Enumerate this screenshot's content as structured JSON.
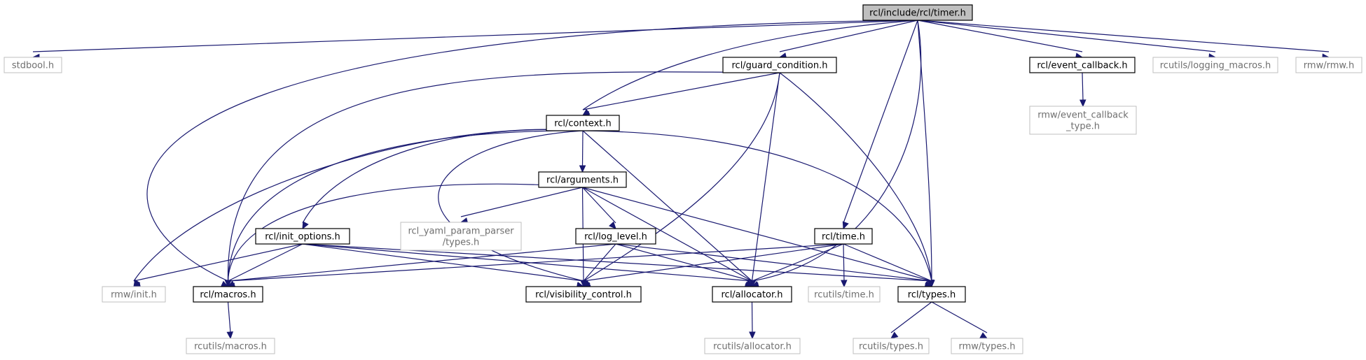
{
  "graph": {
    "edge_color": "#191970",
    "root_fill": "#bfbfbf",
    "external_border": "#bfbfbf",
    "nodes": {
      "timer": {
        "lines": [
          "rcl/include/rcl/timer.h"
        ],
        "style": "root"
      },
      "stdbool": {
        "lines": [
          "stdbool.h"
        ],
        "style": "external"
      },
      "guard_condition": {
        "lines": [
          "rcl/guard_condition.h"
        ],
        "style": "internal"
      },
      "event_callback": {
        "lines": [
          "rcl/event_callback.h"
        ],
        "style": "internal"
      },
      "logging_macros": {
        "lines": [
          "rcutils/logging_macros.h"
        ],
        "style": "external"
      },
      "rmw": {
        "lines": [
          "rmw/rmw.h"
        ],
        "style": "external"
      },
      "event_callback_type": {
        "lines": [
          "rmw/event_callback",
          "_type.h"
        ],
        "style": "external"
      },
      "context": {
        "lines": [
          "rcl/context.h"
        ],
        "style": "internal"
      },
      "arguments": {
        "lines": [
          "rcl/arguments.h"
        ],
        "style": "internal"
      },
      "init_options": {
        "lines": [
          "rcl/init_options.h"
        ],
        "style": "internal"
      },
      "yaml_types": {
        "lines": [
          "rcl_yaml_param_parser",
          "/types.h"
        ],
        "style": "external"
      },
      "log_level": {
        "lines": [
          "rcl/log_level.h"
        ],
        "style": "internal"
      },
      "time": {
        "lines": [
          "rcl/time.h"
        ],
        "style": "internal"
      },
      "rmw_init": {
        "lines": [
          "rmw/init.h"
        ],
        "style": "external"
      },
      "macros": {
        "lines": [
          "rcl/macros.h"
        ],
        "style": "internal"
      },
      "visibility": {
        "lines": [
          "rcl/visibility_control.h"
        ],
        "style": "internal"
      },
      "allocator": {
        "lines": [
          "rcl/allocator.h"
        ],
        "style": "internal"
      },
      "rcutils_time": {
        "lines": [
          "rcutils/time.h"
        ],
        "style": "external"
      },
      "types": {
        "lines": [
          "rcl/types.h"
        ],
        "style": "internal"
      },
      "rcutils_macros": {
        "lines": [
          "rcutils/macros.h"
        ],
        "style": "external"
      },
      "rcutils_allocator": {
        "lines": [
          "rcutils/allocator.h"
        ],
        "style": "external"
      },
      "rcutils_types": {
        "lines": [
          "rcutils/types.h"
        ],
        "style": "external"
      },
      "rmw_types": {
        "lines": [
          "rmw/types.h"
        ],
        "style": "external"
      }
    },
    "edges": [
      [
        "timer",
        "stdbool"
      ],
      [
        "timer",
        "macros"
      ],
      [
        "timer",
        "context"
      ],
      [
        "timer",
        "guard_condition"
      ],
      [
        "timer",
        "time"
      ],
      [
        "timer",
        "allocator"
      ],
      [
        "timer",
        "types"
      ],
      [
        "timer",
        "event_callback"
      ],
      [
        "timer",
        "logging_macros"
      ],
      [
        "timer",
        "rmw"
      ],
      [
        "guard_condition",
        "macros"
      ],
      [
        "guard_condition",
        "context"
      ],
      [
        "guard_condition",
        "visibility"
      ],
      [
        "guard_condition",
        "allocator"
      ],
      [
        "guard_condition",
        "types"
      ],
      [
        "event_callback",
        "event_callback_type"
      ],
      [
        "context",
        "rmw_init"
      ],
      [
        "context",
        "macros"
      ],
      [
        "context",
        "init_options"
      ],
      [
        "context",
        "visibility"
      ],
      [
        "context",
        "arguments"
      ],
      [
        "context",
        "allocator"
      ],
      [
        "context",
        "types"
      ],
      [
        "arguments",
        "macros"
      ],
      [
        "arguments",
        "yaml_types"
      ],
      [
        "arguments",
        "visibility"
      ],
      [
        "arguments",
        "log_level"
      ],
      [
        "arguments",
        "allocator"
      ],
      [
        "arguments",
        "types"
      ],
      [
        "init_options",
        "rmw_init"
      ],
      [
        "init_options",
        "macros"
      ],
      [
        "init_options",
        "visibility"
      ],
      [
        "init_options",
        "allocator"
      ],
      [
        "init_options",
        "types"
      ],
      [
        "log_level",
        "macros"
      ],
      [
        "log_level",
        "visibility"
      ],
      [
        "log_level",
        "allocator"
      ],
      [
        "log_level",
        "types"
      ],
      [
        "time",
        "macros"
      ],
      [
        "time",
        "visibility"
      ],
      [
        "time",
        "allocator"
      ],
      [
        "time",
        "rcutils_time"
      ],
      [
        "time",
        "types"
      ],
      [
        "macros",
        "rcutils_macros"
      ],
      [
        "allocator",
        "rcutils_allocator"
      ],
      [
        "types",
        "rcutils_types"
      ],
      [
        "types",
        "rmw_types"
      ]
    ]
  }
}
